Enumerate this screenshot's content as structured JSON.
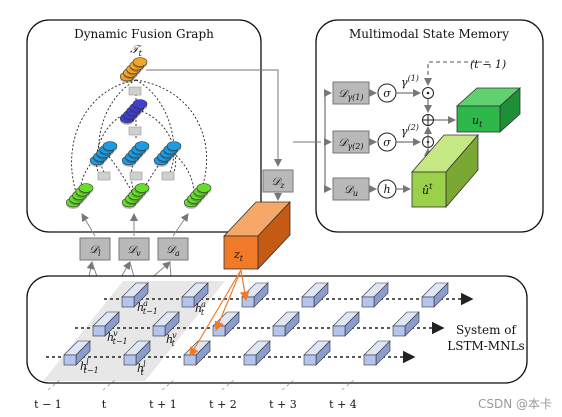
{
  "panels": {
    "dfg_title": "Dynamic Fusion Graph",
    "msm_title": "Multimodal State Memory",
    "lstm_title_line1": "System of",
    "lstm_title_line2": "LSTM-MNLs"
  },
  "symbols": {
    "T": "𝒯",
    "T_sub": "t",
    "D": "𝒟",
    "D_l_sub": "l",
    "D_v_sub": "v",
    "D_a_sub": "a",
    "D_z_sub": "z",
    "D_g1_sub": "γ(1)",
    "D_g2_sub": "γ(2)",
    "D_u_sub": "u",
    "sigma": "σ",
    "h": "h",
    "gamma": "γ",
    "gamma1_sup": "(1)",
    "gamma2_sup": "(2)",
    "prev": "(t − 1)",
    "z": "z",
    "z_sub": "t",
    "u": "u",
    "u_sub": "t",
    "uhat": "û",
    "uhat_sup": "t",
    "odot": "⊙",
    "oplus": "⊕"
  },
  "hidden_labels": {
    "ha_prev": "h",
    "ha_prev_sup": "a",
    "ha_prev_sub": "t−1",
    "ha": "h",
    "ha_sup": "a",
    "ha_sub": "t",
    "hv_prev": "h",
    "hv_prev_sup": "v",
    "hv_prev_sub": "t−1",
    "hv": "h",
    "hv_sup": "v",
    "hv_sub": "t",
    "hl_prev": "h",
    "hl_prev_sup": "l",
    "hl_prev_sub": "t−1",
    "hl": "h",
    "hl_sup": "l",
    "hl_sub": "t"
  },
  "time_ticks": [
    "t − 1",
    "t",
    "t + 1",
    "t + 2",
    "t + 3",
    "t + 4"
  ],
  "watermark": "CSDN @本卡",
  "colors": {
    "orange": "#f5a52a",
    "blue_dark": "#3f3fd6",
    "blue_light": "#1f9be0",
    "green_node": "#66dd2a",
    "z_orange": "#f07a28",
    "u_green": "#2fb84a",
    "uhat_green": "#9ad04a",
    "lstm_blue": "#b4c4ec",
    "gray_box": "#b9b9b9"
  }
}
